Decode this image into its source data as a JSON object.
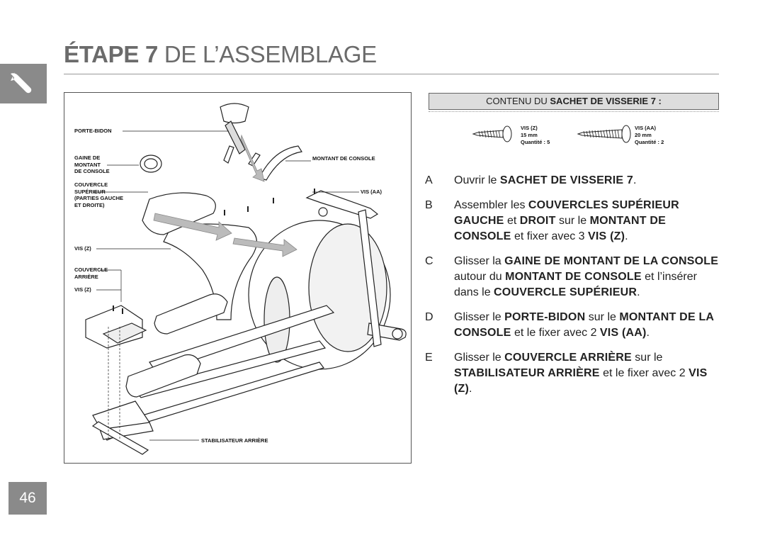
{
  "header": {
    "title_bold": "ÉTAPE 7",
    "title_rest": " DE L’ASSEMBLAGE",
    "tool_icon": "wrench-icon"
  },
  "page_number": "46",
  "figure": {
    "labels": {
      "porte_bidon": "PORTE-BIDON",
      "gaine": "GAINE DE\nMONTANT\nDE CONSOLE",
      "couvercle_sup": "COUVERCLE\nSUPÉRIEUR\n(PARTIES GAUCHE\nET DROITE)",
      "vis_z_1": "VIS (Z)",
      "couvercle_arr": "COUVERCLE\nARRIÈRE",
      "vis_z_2": "VIS (Z)",
      "montant": "MONTANT DE CONSOLE",
      "vis_aa": "VIS (AA)",
      "stabilisateur": "STABILISATEUR ARRIÈRE"
    }
  },
  "hardware": {
    "bag_prefix": "CONTENU DU ",
    "bag_bold": "SACHET DE VISSERIE 7 :",
    "screws": [
      {
        "name": "VIS (Z)",
        "size": "15 mm",
        "qty": "Quantité : 5"
      },
      {
        "name": "VIS (AA)",
        "size": "20 mm",
        "qty": "Quantité : 2"
      }
    ]
  },
  "steps": [
    {
      "letter": "A",
      "parts": [
        [
          "Ouvrir le ",
          false
        ],
        [
          "SACHET DE VISSERIE 7",
          true
        ],
        [
          ".",
          false
        ]
      ]
    },
    {
      "letter": "B",
      "parts": [
        [
          "Assembler les ",
          false
        ],
        [
          "COUVERCLES SUPÉRIEUR GAUCHE",
          true
        ],
        [
          " et ",
          false
        ],
        [
          "DROIT",
          true
        ],
        [
          " sur le ",
          false
        ],
        [
          "MONTANT DE CONSOLE",
          true
        ],
        [
          " et fixer avec 3 ",
          false
        ],
        [
          "VIS (Z)",
          true
        ],
        [
          ".",
          false
        ]
      ]
    },
    {
      "letter": "C",
      "parts": [
        [
          "Glisser la ",
          false
        ],
        [
          "GAINE DE MONTANT DE LA CONSOLE",
          true
        ],
        [
          " autour du ",
          false
        ],
        [
          "MONTANT DE CONSOLE",
          true
        ],
        [
          " et l’insérer dans le ",
          false
        ],
        [
          "COUVERCLE SUPÉRIEUR",
          true
        ],
        [
          ".",
          false
        ]
      ]
    },
    {
      "letter": "D",
      "parts": [
        [
          "Glisser le ",
          false
        ],
        [
          "PORTE-BIDON",
          true
        ],
        [
          " sur le ",
          false
        ],
        [
          "MONTANT DE LA CONSOLE",
          true
        ],
        [
          " et le fixer avec 2 ",
          false
        ],
        [
          "VIS (AA)",
          true
        ],
        [
          ".",
          false
        ]
      ]
    },
    {
      "letter": "E",
      "parts": [
        [
          "Glisser le ",
          false
        ],
        [
          "COUVERCLE ARRIÈRE",
          true
        ],
        [
          " sur le ",
          false
        ],
        [
          "STABILISATEUR ARRIÈRE",
          true
        ],
        [
          " et le fixer avec 2 ",
          false
        ],
        [
          "VIS (Z)",
          true
        ],
        [
          ".",
          false
        ]
      ]
    }
  ]
}
